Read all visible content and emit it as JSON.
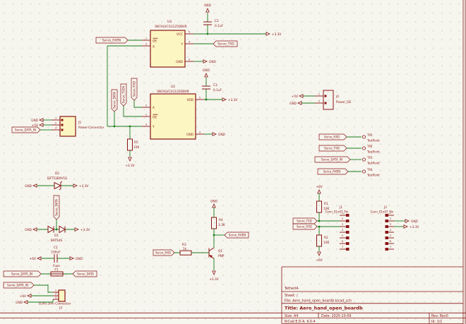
{
  "nets": {
    "txd": "Servo_TXD",
    "rxd": "Servo_RXD",
    "rxen": "Servo_RXEN",
    "txen": "Servo_TXEN",
    "data": "Servo_DATA",
    "data_in": "Servo_DATA_IN"
  },
  "power": {
    "gnd": "GND",
    "v33": "+3.3V",
    "v5": "+5V",
    "v6": "+6V"
  },
  "u3": {
    "ref": "U3",
    "value": "SN74LVC1G125DBVR",
    "oe": "OE",
    "a": "A",
    "vcc": "VCC",
    "y": "Y",
    "gnd": "GND",
    "n_oe": "1",
    "n_a": "2",
    "n_gnd": "3",
    "n_y": "4",
    "n_vcc": "5"
  },
  "u2": {
    "ref": "U2",
    "value": "SN74LVC1G125DBVR",
    "a": "A",
    "oe": "OE",
    "y": "Y",
    "vdd": "VDD",
    "gnd": "GND",
    "n_a": "2",
    "n_oe": "1",
    "n_y": "4",
    "n_vdd": "5",
    "n_gnd": "3"
  },
  "c1": {
    "ref": "C1",
    "value": "100uF"
  },
  "c2": {
    "ref": "C2",
    "value": "0.1uF"
  },
  "c3": {
    "ref": "C3",
    "value": "0.1uF"
  },
  "r1": {
    "ref": "R1",
    "value": "10K"
  },
  "r2": {
    "ref": "R2",
    "value": "10K"
  },
  "r3": {
    "ref": "R3",
    "value": "1k"
  },
  "r4": {
    "ref": "R4",
    "value": "3.3K"
  },
  "r5": {
    "ref": "R5",
    "value": "10K"
  },
  "d1": {
    "ref": "D1",
    "value": "BAT54S"
  },
  "d2": {
    "ref": "D2",
    "value": "BZT52B9V1S"
  },
  "f1": {
    "ref": "F1",
    "value": "Fuse"
  },
  "q1": {
    "ref": "Q1",
    "value": "PNP"
  },
  "j1": {
    "ref": "J1",
    "value": "Conn_01x07_Pin",
    "pins": [
      "1",
      "2",
      "3",
      "4",
      "5",
      "6",
      "7"
    ]
  },
  "j2": {
    "ref": "J2",
    "value": "Conn_01x07_Pin",
    "pins": [
      "1",
      "2",
      "3",
      "4",
      "5",
      "6",
      "7"
    ]
  },
  "j3": {
    "ref": "J3",
    "value": "B3PS-3Pin Connector",
    "pins": [
      "1",
      "2",
      "3"
    ]
  },
  "j4": {
    "ref": "J4",
    "value": "Power_OE",
    "pins": [
      "1",
      "2"
    ]
  },
  "j5": {
    "ref": "J5",
    "value": "Power-Connector",
    "pins": [
      "1",
      "2",
      "3"
    ]
  },
  "testpoints": [
    {
      "net": "Servo_RXD",
      "ref": "TP5",
      "value": "TestPoint"
    },
    {
      "net": "Servo_TXD",
      "ref": "TP0",
      "value": "TestPoint"
    },
    {
      "net": "Servo_DATA_IN",
      "ref": "TP3",
      "value": "TestPoint"
    },
    {
      "net": "Servo_RXEN",
      "ref": "TP4",
      "value": "TestPoint"
    }
  ],
  "title_block": {
    "company": "TetherIA",
    "sheet": "Sheet: /",
    "file": "File: Aero_hand_open_boardb.kicad_sch",
    "title": "Title: Aero_hand_open_boardb",
    "size": "Size: A4",
    "date": "Date: 2025-10-09",
    "rev": "Rev: Rev0",
    "app": "KiCad E.D.A. 9.0.4",
    "id": "Id: 1/1"
  }
}
